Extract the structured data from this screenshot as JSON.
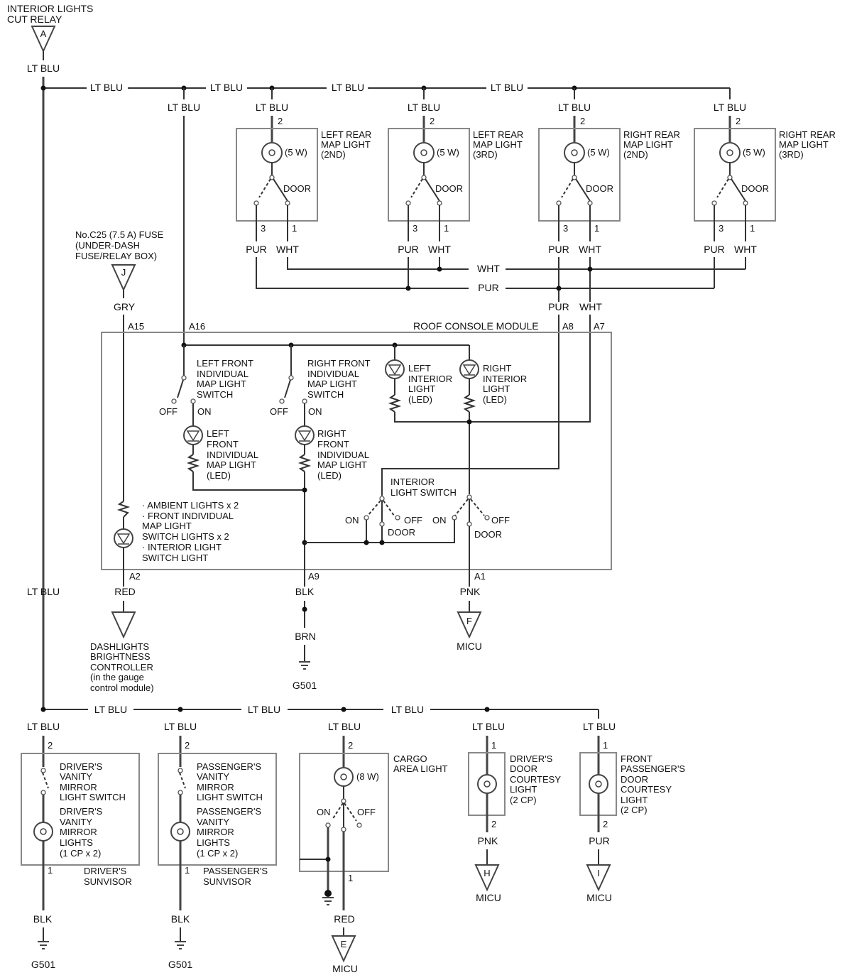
{
  "relay": {
    "title": [
      "INTERIOR LIGHTS",
      "CUT RELAY"
    ],
    "connector": "A",
    "wire": "LT BLU"
  },
  "fuse": {
    "title": [
      "No.C25 (7.5 A) FUSE",
      "(UNDER-DASH",
      "FUSE/RELAY BOX)"
    ],
    "connector": "J",
    "wire": "GRY"
  },
  "top_bus_labels": [
    "LT BLU",
    "LT BLU",
    "LT BLU",
    "LT BLU"
  ],
  "rear_lights": [
    {
      "wire_in": "LT BLU",
      "pin_in": "2",
      "name": [
        "LEFT REAR",
        "MAP LIGHT",
        "(2ND)"
      ],
      "watt": "(5 W)",
      "door": "DOOR",
      "pin_a": "3",
      "pin_b": "1",
      "wire_a": "PUR",
      "wire_b": "WHT"
    },
    {
      "wire_in": "LT BLU",
      "pin_in": "2",
      "name": [
        "LEFT REAR",
        "MAP LIGHT",
        "(3RD)"
      ],
      "watt": "(5 W)",
      "door": "DOOR",
      "pin_a": "3",
      "pin_b": "1",
      "wire_a": "PUR",
      "wire_b": "WHT"
    },
    {
      "wire_in": "LT BLU",
      "pin_in": "2",
      "name": [
        "RIGHT REAR",
        "MAP LIGHT",
        "(2ND)"
      ],
      "watt": "(5 W)",
      "door": "DOOR",
      "pin_a": "3",
      "pin_b": "1",
      "wire_a": "PUR",
      "wire_b": "WHT"
    },
    {
      "wire_in": "LT BLU",
      "pin_in": "2",
      "name": [
        "RIGHT REAR",
        "MAP LIGHT",
        "(3RD)"
      ],
      "watt": "(5 W)",
      "door": "DOOR",
      "pin_a": "3",
      "pin_b": "1",
      "wire_a": "PUR",
      "wire_b": "WHT"
    }
  ],
  "rear_bus": {
    "wht": "WHT",
    "pur": "PUR",
    "down_pur": "PUR",
    "down_wht": "WHT"
  },
  "a16_wire": "LT BLU",
  "roof_module": {
    "title": "ROOF CONSOLE MODULE",
    "pins": {
      "a15": "A15",
      "a16": "A16",
      "a8": "A8",
      "a7": "A7",
      "a2": "A2",
      "a9": "A9",
      "a1": "A1"
    },
    "lf_switch": [
      "LEFT FRONT",
      "INDIVIDUAL",
      "MAP LIGHT",
      "SWITCH"
    ],
    "rf_switch": [
      "RIGHT FRONT",
      "INDIVIDUAL",
      "MAP LIGHT",
      "SWITCH"
    ],
    "left_interior": [
      "LEFT",
      "INTERIOR",
      "LIGHT",
      "(LED)"
    ],
    "right_interior": [
      "RIGHT",
      "INTERIOR",
      "LIGHT",
      "(LED)"
    ],
    "lf_map": [
      "LEFT",
      "FRONT",
      "INDIVIDUAL",
      "MAP LIGHT",
      "(LED)"
    ],
    "rf_map": [
      "RIGHT",
      "FRONT",
      "INDIVIDUAL",
      "MAP LIGHT",
      "(LED)"
    ],
    "ambient": [
      "· AMBIENT LIGHTS x 2",
      "· FRONT INDIVIDUAL",
      "MAP LIGHT",
      "SWITCH LIGHTS x 2",
      "· INTERIOR LIGHT",
      "SWITCH LIGHT"
    ],
    "interior_switch": [
      "INTERIOR",
      "LIGHT SWITCH"
    ],
    "off": "OFF",
    "on": "ON",
    "door": "DOOR"
  },
  "below_module": {
    "red": "RED",
    "dash": [
      "DASHLIGHTS",
      "BRIGHTNESS",
      "CONTROLLER",
      "(in the gauge",
      "control module)"
    ],
    "blk": "BLK",
    "brn": "BRN",
    "g501": "G501",
    "pnk": "PNK",
    "f_conn": "F",
    "micu": "MICU"
  },
  "left_wire_label": "LT BLU",
  "bottom_bus_labels": [
    "LT BLU",
    "LT BLU",
    "LT BLU"
  ],
  "bottom": {
    "driver": {
      "wire_in": "LT BLU",
      "pin_in": "2",
      "switch": [
        "DRIVER'S",
        "VANITY",
        "MIRROR",
        "LIGHT SWITCH"
      ],
      "lights": [
        "DRIVER'S",
        "VANITY",
        "MIRROR",
        "LIGHTS",
        "(1 CP x 2)"
      ],
      "pin_out": "1",
      "visor": [
        "DRIVER'S",
        "SUNVISOR"
      ],
      "wire_out": "BLK",
      "ground": "G501"
    },
    "passenger": {
      "wire_in": "LT BLU",
      "pin_in": "2",
      "switch": [
        "PASSENGER'S",
        "VANITY",
        "MIRROR",
        "LIGHT SWITCH"
      ],
      "lights": [
        "PASSENGER'S",
        "VANITY",
        "MIRROR",
        "LIGHTS",
        "(1 CP x 2)"
      ],
      "pin_out": "1",
      "visor": [
        "PASSENGER'S",
        "SUNVISOR"
      ],
      "wire_out": "BLK",
      "ground": "G501"
    },
    "cargo": {
      "wire_in": "LT BLU",
      "pin_in": "2",
      "name": [
        "CARGO",
        "AREA LIGHT"
      ],
      "watt": "(8 W)",
      "on": "ON",
      "off": "OFF",
      "pin_out": "1",
      "wire_out": "RED",
      "conn": "E",
      "dest": "MICU"
    },
    "driver_door": {
      "wire_in": "LT BLU",
      "pin_in": "1",
      "name": [
        "DRIVER'S",
        "DOOR",
        "COURTESY",
        "LIGHT",
        "(2 CP)"
      ],
      "pin_out": "2",
      "wire_out": "PNK",
      "conn": "H",
      "dest": "MICU"
    },
    "pass_door": {
      "wire_in": "LT BLU",
      "pin_in": "1",
      "name": [
        "FRONT",
        "PASSENGER'S",
        "DOOR",
        "COURTESY",
        "LIGHT",
        "(2 CP)"
      ],
      "pin_out": "2",
      "wire_out": "PUR",
      "conn": "I",
      "dest": "MICU"
    }
  }
}
